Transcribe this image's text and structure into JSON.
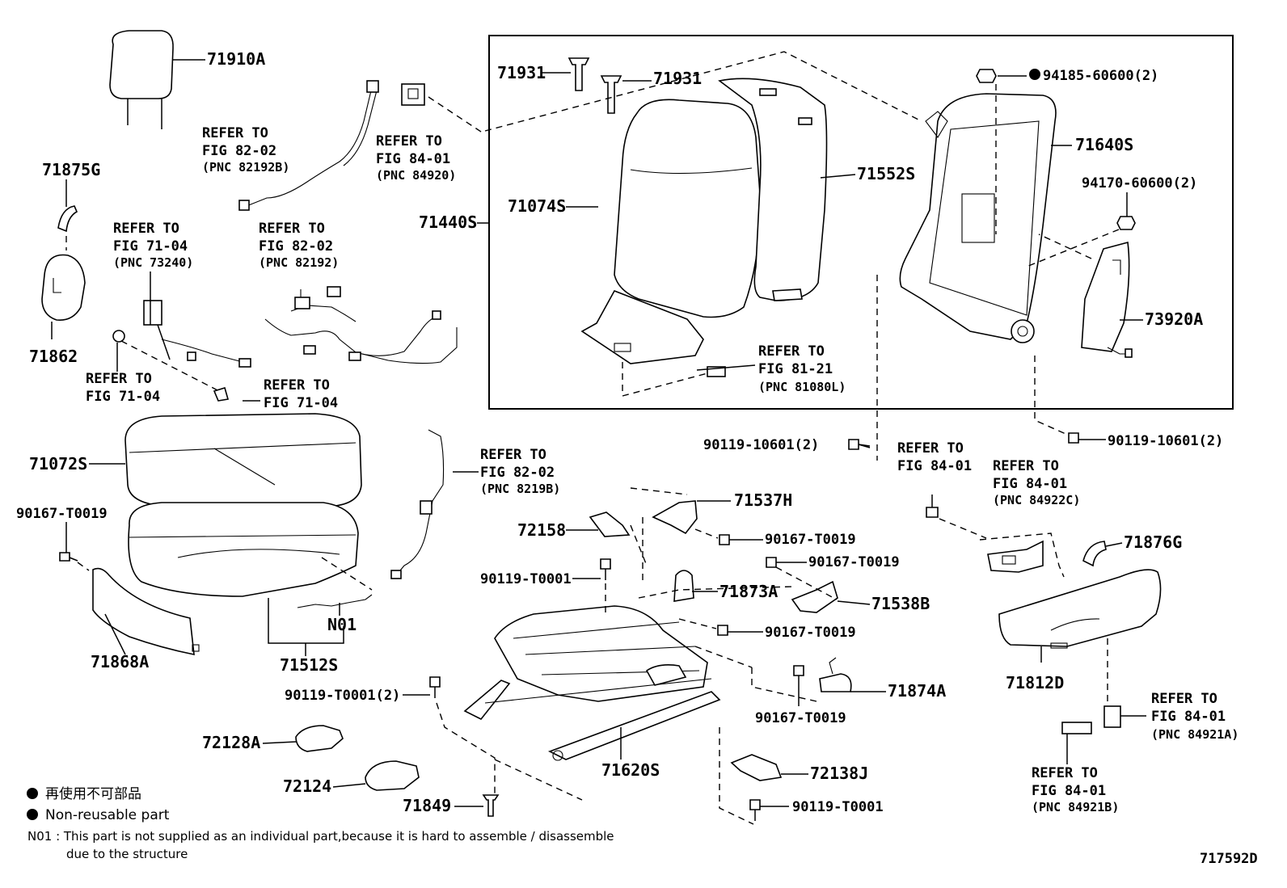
{
  "diagram_id": "717592D",
  "parts": {
    "p71910A": "71910A",
    "p71875G": "71875G",
    "p71862": "71862",
    "p71931a": "71931",
    "p71931b": "71931",
    "p71074S": "71074S",
    "p71552S": "71552S",
    "p71440S": "71440S",
    "p94185": "94185-60600(2)",
    "p71640S": "71640S",
    "p94170": "94170-60600(2)",
    "p73920A": "73920A",
    "p71072S": "71072S",
    "p90167a": "90167-T0019",
    "p71868A": "71868A",
    "p71512S": "71512S",
    "pN01": "N01",
    "p90119a": "90119-10601(2)",
    "p90119b": "90119-10601(2)",
    "p71537H": "71537H",
    "p72158": "72158",
    "p90167b": "90167-T0019",
    "p90167c": "90167-T0019",
    "p90119c": "90119-T0001",
    "p71873A": "71873A",
    "p71538B": "71538B",
    "p90167d": "90167-T0019",
    "p90119d": "90119-T0001(2)",
    "p71874A": "71874A",
    "p90167e": "90167-T0019",
    "p72128A": "72128A",
    "p71620S": "71620S",
    "p72124": "72124",
    "p72138J": "72138J",
    "p71849": "71849",
    "p90119e": "90119-T0001",
    "p71876G": "71876G",
    "p71812D": "71812D"
  },
  "refs": {
    "r1": {
      "l1": "REFER TO",
      "l2": "FIG 82-02",
      "l3": "(PNC 82192B)"
    },
    "r2": {
      "l1": "REFER TO",
      "l2": "FIG 84-01",
      "l3": "(PNC 84920)"
    },
    "r3": {
      "l1": "REFER TO",
      "l2": "FIG 71-04",
      "l3": "(PNC 73240)"
    },
    "r4": {
      "l1": "REFER TO",
      "l2": "FIG 82-02",
      "l3": "(PNC 82192)"
    },
    "r5": {
      "l1": "REFER TO",
      "l2": "FIG 71-04"
    },
    "r6": {
      "l1": "REFER TO",
      "l2": "FIG 71-04"
    },
    "r7": {
      "l1": "REFER TO",
      "l2": "FIG 81-21",
      "l3": "(PNC 81080L)"
    },
    "r8": {
      "l1": "REFER TO",
      "l2": "FIG 82-02",
      "l3": "(PNC 8219B)"
    },
    "r9": {
      "l1": "REFER TO",
      "l2": "FIG 84-01"
    },
    "r10": {
      "l1": "REFER TO",
      "l2": "FIG 84-01",
      "l3": "(PNC 84922C)"
    },
    "r11": {
      "l1": "REFER TO",
      "l2": "FIG 84-01",
      "l3": "(PNC 84921A)"
    },
    "r12": {
      "l1": "REFER TO",
      "l2": "FIG 84-01",
      "l3": "(PNC 84921B)"
    }
  },
  "legend": {
    "jp": "再使用不可部品",
    "en": "Non-reusable part"
  },
  "note": {
    "l1": "N01 : This part is not supplied as an individual part,because it is hard to assemble / disassemble",
    "l2": "due to the structure"
  }
}
